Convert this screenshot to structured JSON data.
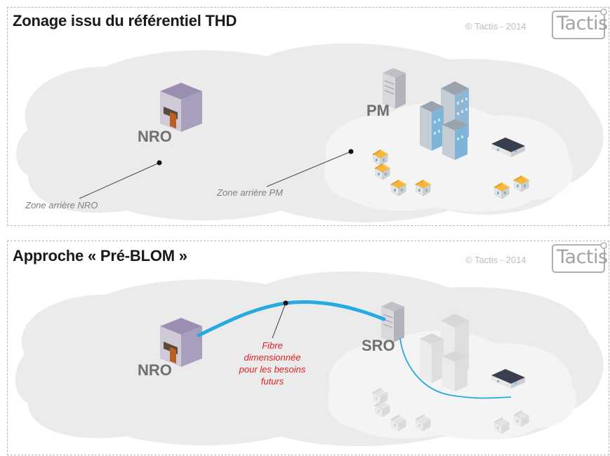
{
  "panel1": {
    "title": "Zonage issu du référentiel THD",
    "copyright": "© Tactis - 2014",
    "logo": "Tactis",
    "nro_label": "NRO",
    "pm_label": "PM",
    "zone_nro": "Zone arrière NRO",
    "zone_pm": "Zone arrière PM"
  },
  "panel2": {
    "title": "Approche « Pré-BLOM »",
    "copyright": "© Tactis - 2014",
    "logo": "Tactis",
    "nro_label": "NRO",
    "sro_label": "SRO",
    "fibre_lines": [
      "Fibre",
      "dimensionnée",
      "pour les besoins",
      "futurs"
    ]
  },
  "colors": {
    "cloud_outer": "#ebebeb",
    "cloud_inner": "#f4f4f4",
    "fibre": "#27a9e1",
    "fibre_label": "#e02020",
    "house_roof": "#f6b73c",
    "building_blue": "#7fb4d9"
  }
}
